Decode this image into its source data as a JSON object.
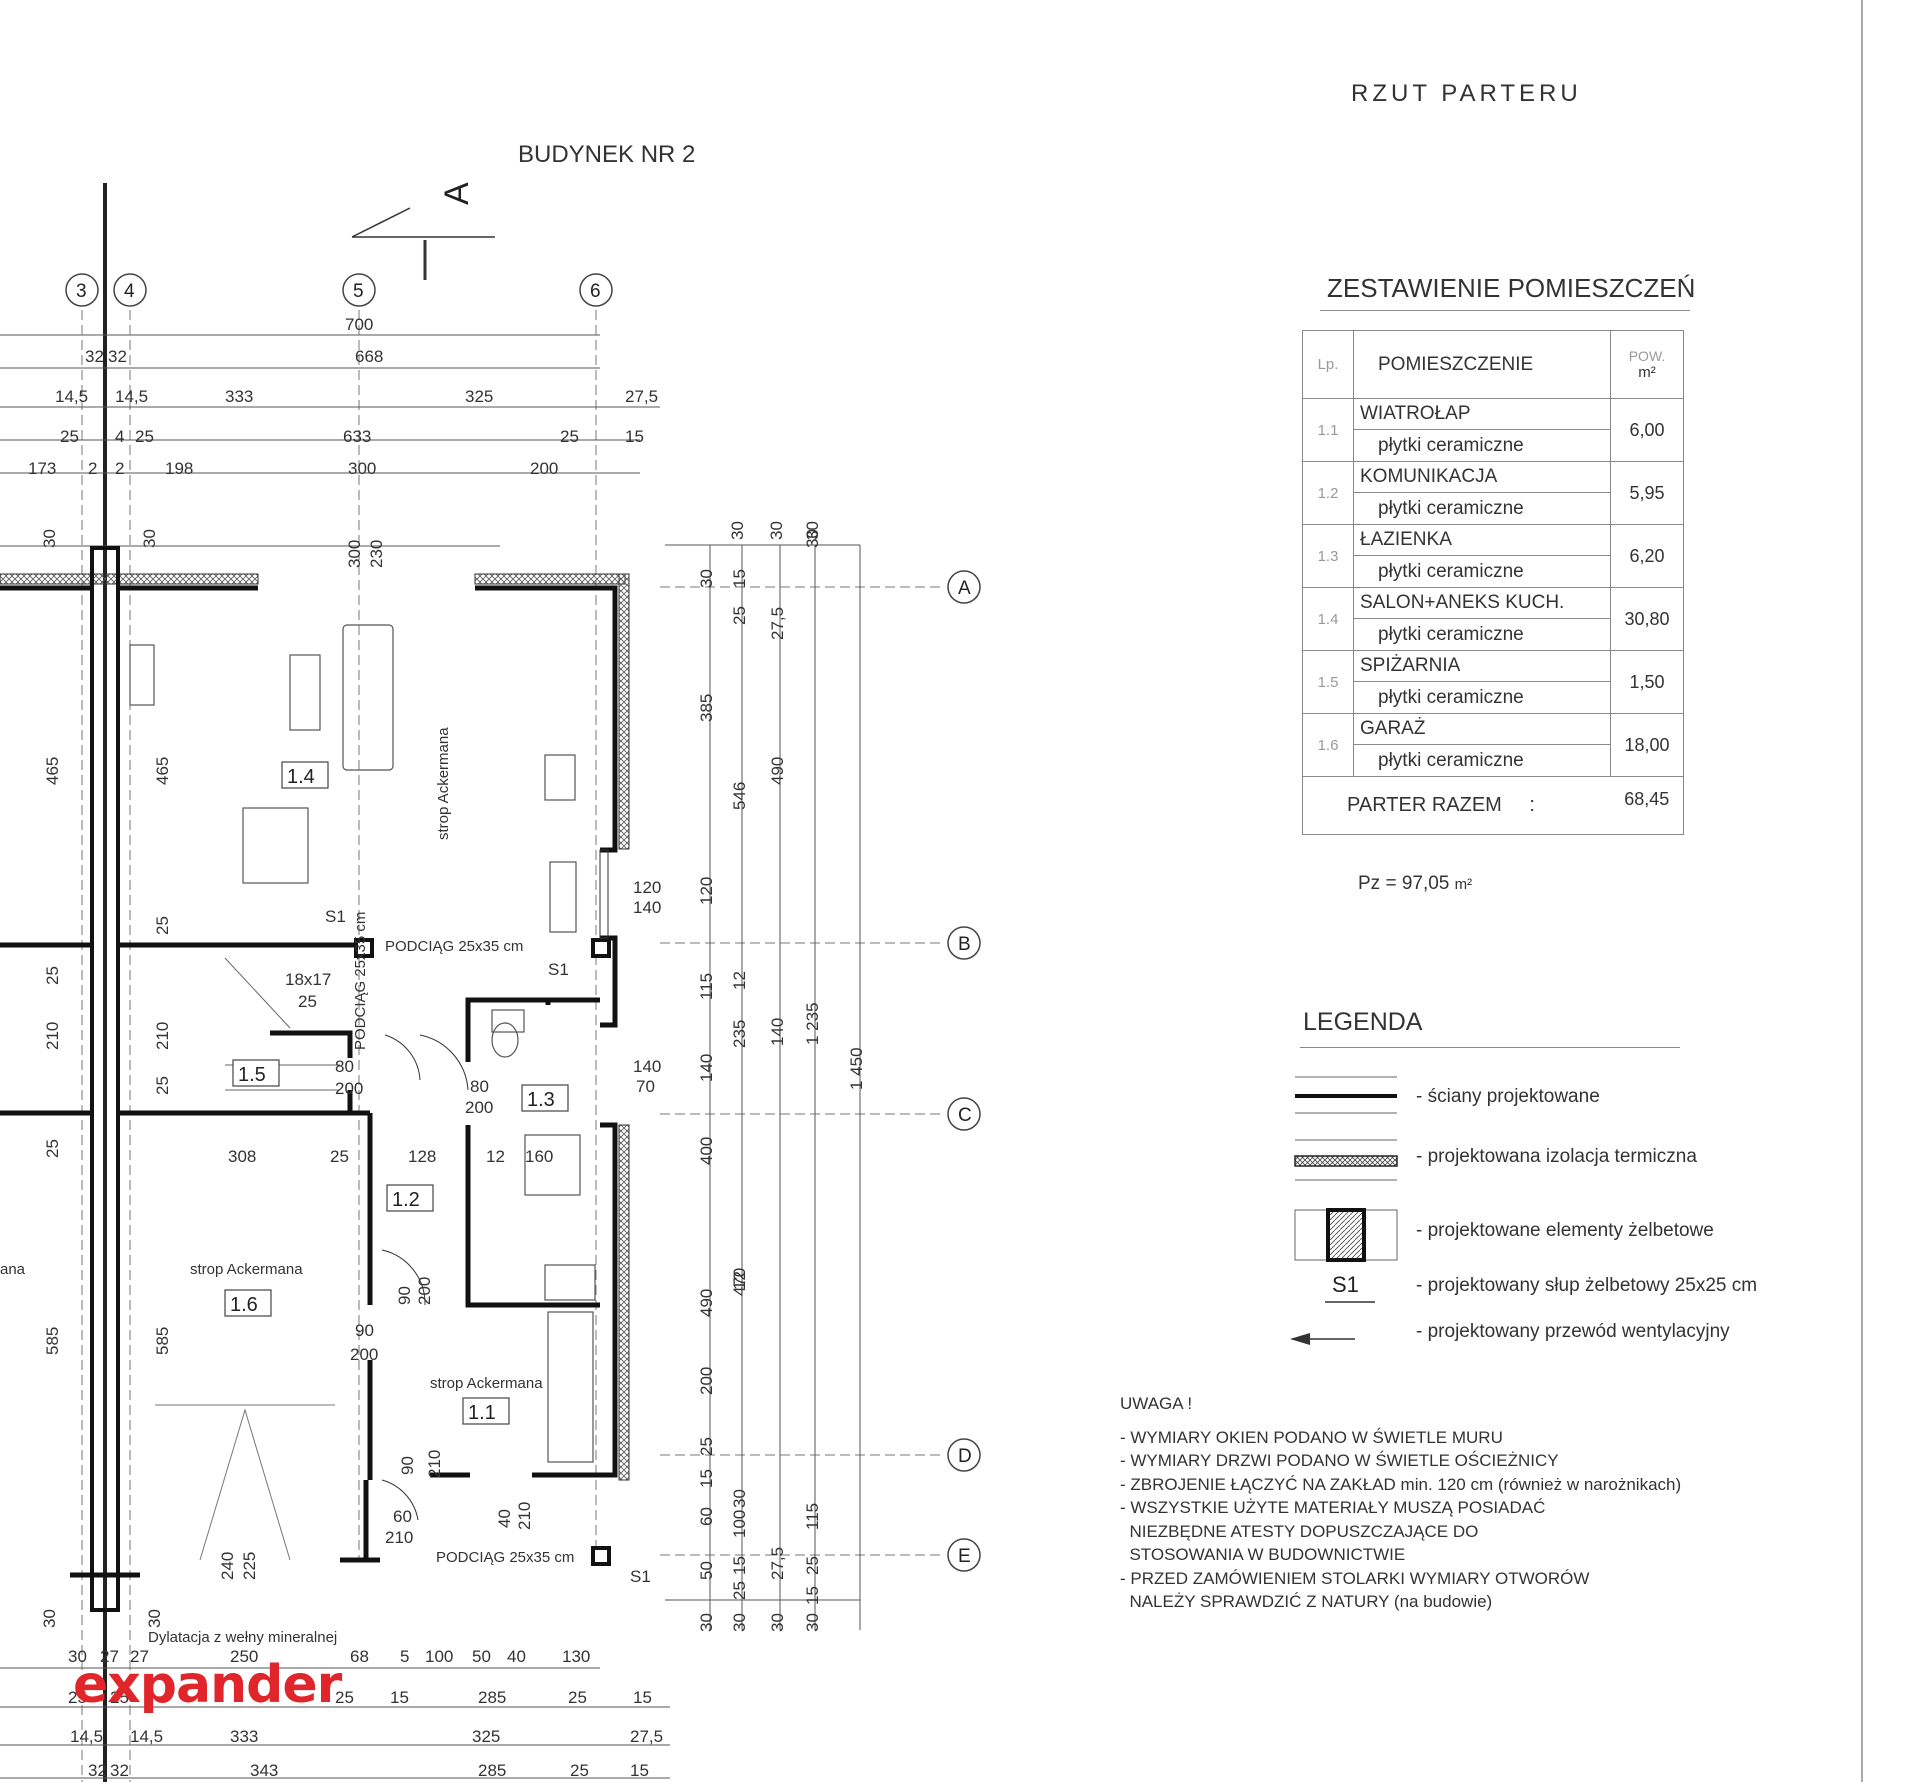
{
  "title": "RZUT PARTERU",
  "building": "BUDYNEK NR 2",
  "section_mark": "A",
  "axes_numbers": [
    "3",
    "4",
    "5",
    "6"
  ],
  "axes_letters": [
    "A",
    "B",
    "C",
    "D",
    "E"
  ],
  "schedule": {
    "title": "ZESTAWIENIE POMIESZCZEŃ",
    "headers": {
      "lp": "Lp.",
      "room": "POMIESZCZENIE",
      "area": "POW.",
      "unit": "m²"
    },
    "rows": [
      {
        "lp": "1.1",
        "name": "WIATROŁAP",
        "finish": "płytki ceramiczne",
        "area": "6,00"
      },
      {
        "lp": "1.2",
        "name": "KOMUNIKACJA",
        "finish": "płytki ceramiczne",
        "area": "5,95"
      },
      {
        "lp": "1.3",
        "name": "ŁAZIENKA",
        "finish": "płytki ceramiczne",
        "area": "6,20"
      },
      {
        "lp": "1.4",
        "name": "SALON+ANEKS KUCH.",
        "finish": "płytki ceramiczne",
        "area": "30,80"
      },
      {
        "lp": "1.5",
        "name": "SPIŻARNIA",
        "finish": "płytki ceramiczne",
        "area": "1,50"
      },
      {
        "lp": "1.6",
        "name": "GARAŻ",
        "finish": "płytki ceramiczne",
        "area": "18,00"
      }
    ],
    "total_label": "PARTER RAZEM",
    "total_sep": ":",
    "total_value": "68,45",
    "pz": "Pz = 97,05",
    "pz_unit": "m²"
  },
  "legend": {
    "title": "LEGENDA",
    "items": [
      "- ściany projektowane",
      "- projektowana izolacja termiczna",
      "- projektowane elementy żelbetowe",
      "- projektowany słup żelbetowy 25x25 cm",
      "- projektowany przewód wentylacyjny"
    ],
    "s1_symbol": "S1"
  },
  "notes": {
    "title": "UWAGA !",
    "lines": [
      "- WYMIARY OKIEN PODANO W ŚWIETLE MURU",
      "- WYMIARY DRZWI PODANO W ŚWIETLE OŚCIEŻNICY",
      "- ZBROJENIE ŁĄCZYĆ NA ZAKŁAD min. 120 cm (również w narożnikach)",
      "- WSZYSTKIE UŻYTE MATERIAŁY MUSZĄ POSIADAĆ",
      "  NIEZBĘDNE ATESTY DOPUSZCZAJĄCE DO",
      "  STOSOWANIA W BUDOWNICTWIE",
      "- PRZED ZAMÓWIENIEM STOLARKI WYMIARY OTWORÓW",
      "  NALEŻY SPRAWDZIĆ Z NATURY (na budowie)"
    ]
  },
  "plan": {
    "rooms": [
      "1.1",
      "1.2",
      "1.3",
      "1.4",
      "1.5",
      "1.6"
    ],
    "labels": {
      "strop1": "strop Ackermana",
      "strop_garage": "strop Ackermana",
      "strop_wiatrolap": "strop Ackermana",
      "strop_left": "ana",
      "podciag1": "PODCIĄG 25x35 cm",
      "podciag2": "PODCIĄG 25x35 cm",
      "podciag_v": "PODCIĄG 25x35 cm",
      "s1a": "S1",
      "s1b": "S1",
      "s1c": "S1",
      "dylatacja": "Dylatacja z wełny mineralnej",
      "stairs": "18x17",
      "stairs2": "25"
    },
    "top_dims": {
      "r1": [
        "700"
      ],
      "r2": [
        "32",
        "32",
        "668"
      ],
      "r3": [
        "14,5",
        "14,5",
        "333",
        "325",
        "27,5"
      ],
      "r4": [
        "25",
        "4",
        "25",
        "633",
        "25",
        "15"
      ],
      "r5": [
        "173",
        "2",
        "2",
        "198",
        "300",
        "200"
      ],
      "r6": [
        "30",
        "30",
        "300",
        "230"
      ]
    },
    "right_dims": {
      "c1": [
        "30",
        "385",
        "120",
        "115",
        "140",
        "400",
        "490",
        "200",
        "25",
        "15",
        "60",
        "50",
        "30"
      ],
      "c2": [
        "15",
        "25",
        "546",
        "12",
        "235",
        "12",
        "470",
        "30",
        "100",
        "15",
        "25",
        "30"
      ],
      "c3": [
        "27,5",
        "490",
        "140",
        "27,5",
        "30"
      ],
      "c4": [
        "30",
        "1 235",
        "115",
        "30",
        "15",
        "25"
      ],
      "c5": [
        "1 450"
      ],
      "top": [
        "30",
        "30",
        "30"
      ]
    },
    "inner_dims": {
      "left1": [
        "465",
        "465",
        "210",
        "210",
        "585",
        "585",
        "25",
        "25",
        "25",
        "25"
      ],
      "openings": [
        "120",
        "140",
        "140",
        "70",
        "80",
        "200",
        "80",
        "200",
        "90",
        "200",
        "90",
        "200",
        "90",
        "210",
        "60",
        "210",
        "40",
        "210",
        "240",
        "225"
      ],
      "garage": [
        "308",
        "25",
        "128",
        "12",
        "160"
      ]
    },
    "bottom_dims": {
      "r1": [
        "30",
        "27",
        "27",
        "250",
        "68",
        "5",
        "100",
        "50",
        "40",
        "130"
      ],
      "r2": [
        "25",
        "25",
        "25",
        "15",
        "285",
        "25",
        "15"
      ],
      "r3": [
        "14,5",
        "14,5",
        "333",
        "325",
        "27,5"
      ],
      "r4": [
        "32",
        "32",
        "343",
        "285",
        "25",
        "15"
      ],
      "r5": [
        "30",
        "30"
      ]
    }
  },
  "logo": {
    "text": "expander"
  }
}
